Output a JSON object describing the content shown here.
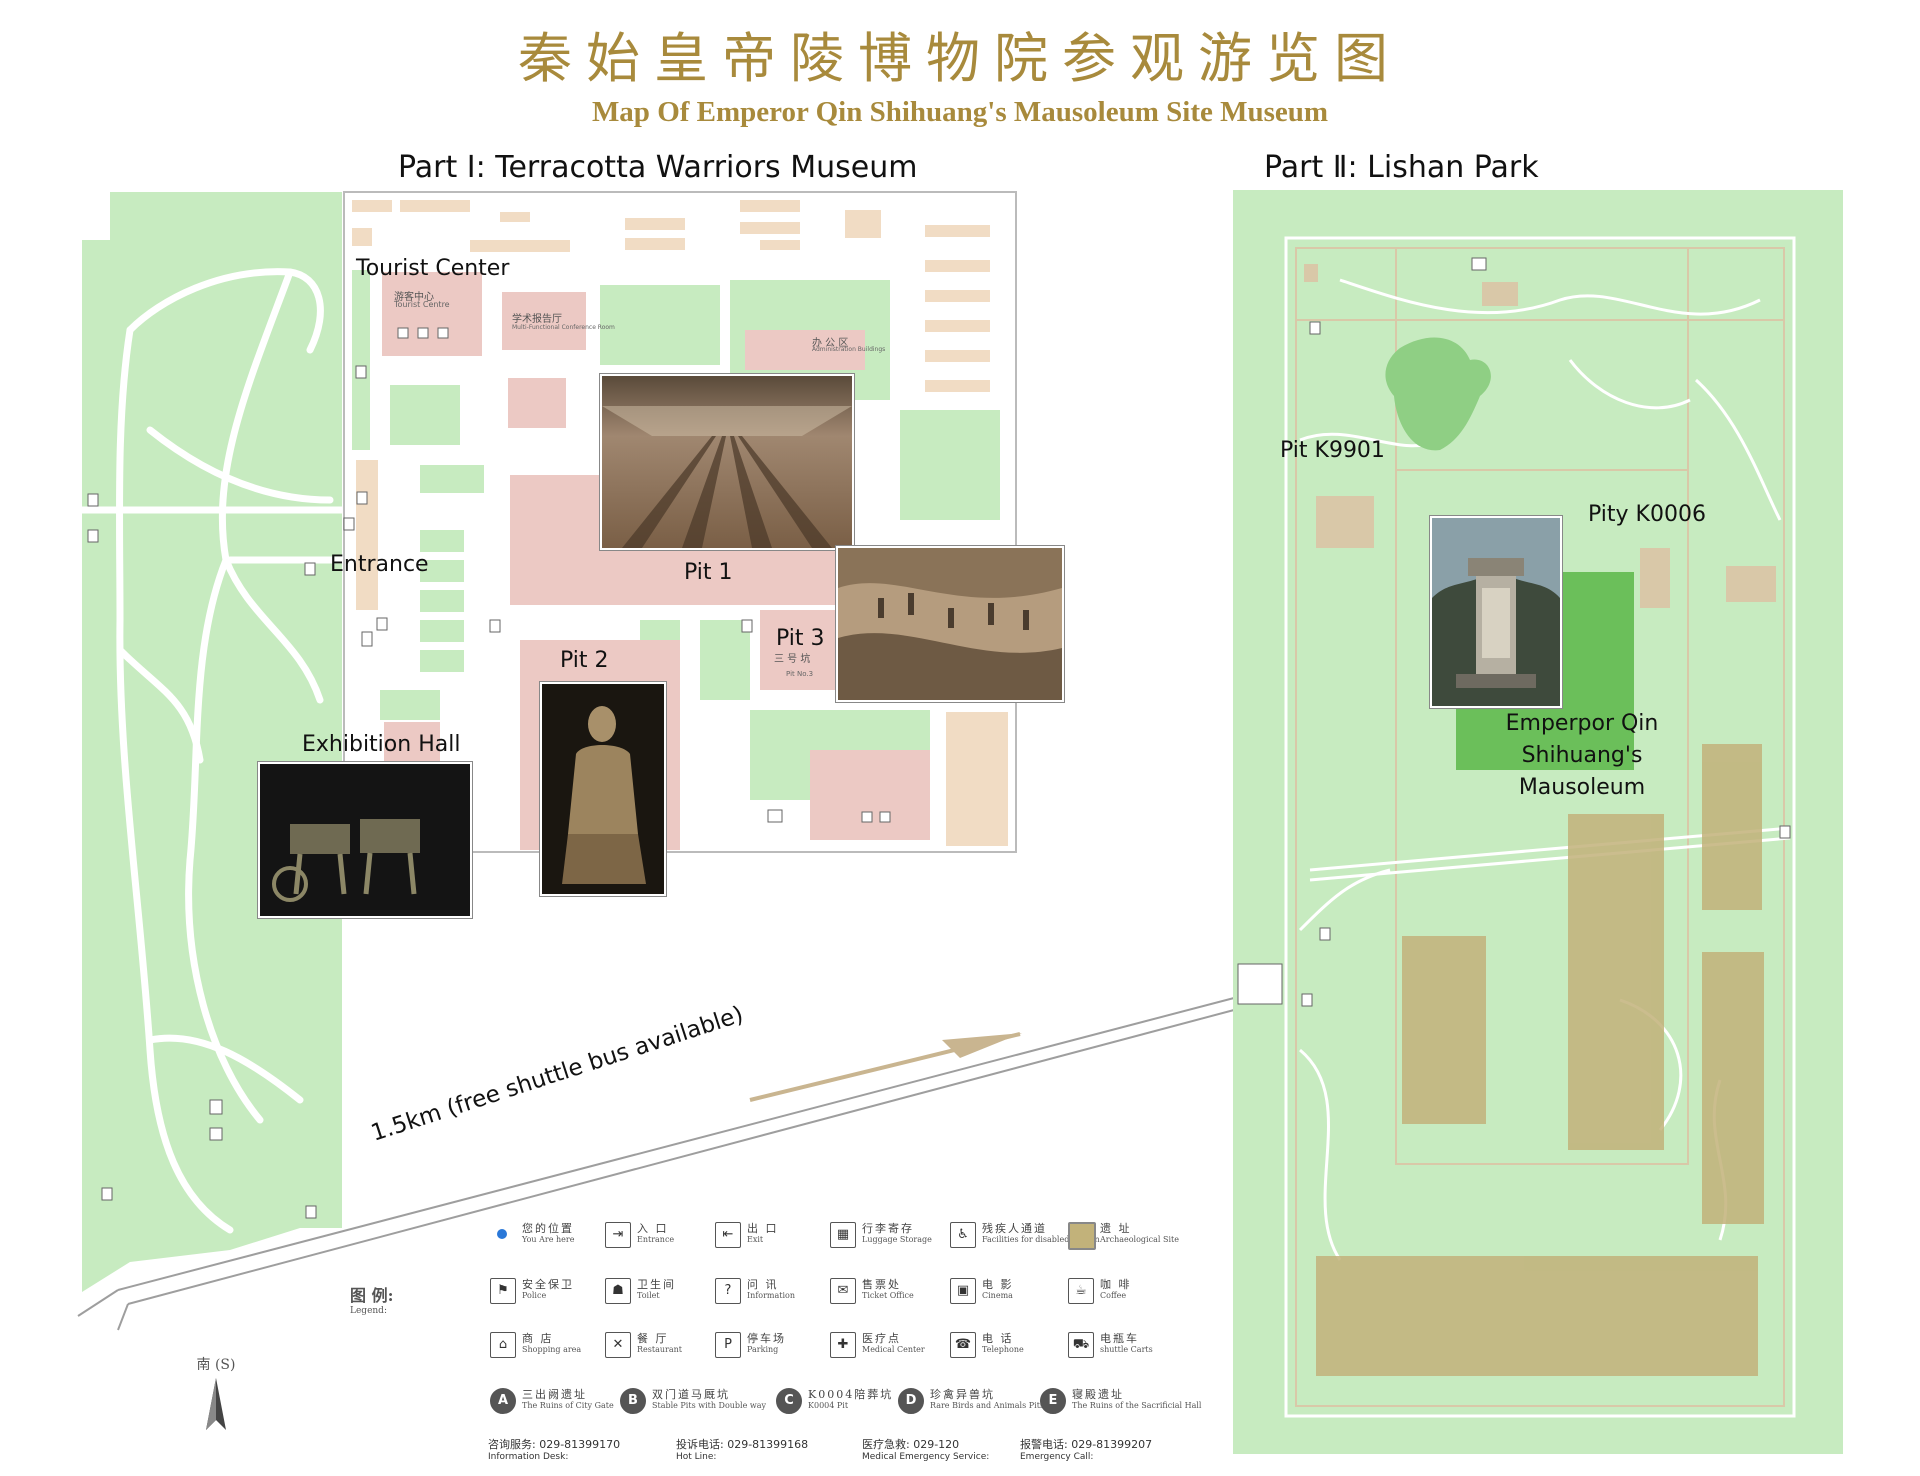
{
  "title_cn": "秦始皇帝陵博物院参观游览图",
  "title_en": "Map Of Emperor Qin Shihuang's Mausoleum Site Museum",
  "parts": {
    "part1": "Part Ⅰ: Terracotta Warriors Museum",
    "part2": "Part Ⅱ: Lishan Park"
  },
  "labels": {
    "tourist_center": "Tourist Center",
    "entrance": "Entrance",
    "exhibition_hall": "Exhibition Hall",
    "pit1": "Pit 1",
    "pit2": "Pit 2",
    "pit3": "Pit 3",
    "pit_k9901": "Pit K9901",
    "pit_k0006": "Pity K0006",
    "mausoleum": "Emperpor Qin Shihuang's Mausoleum"
  },
  "small_labels": {
    "tourist_center_cn": "游客中心",
    "tourist_center_en": "Tourist Centre",
    "lecture_cn": "学术报告厅",
    "lecture_en": "Multi-Functional Conference Room",
    "admin_cn": "办 公 区",
    "admin_en": "Administration Buildings",
    "pit3_cn": "三 号 坑",
    "pit3_en": "Pit No.3"
  },
  "shuttle_text": "1.5km (free shuttle bus available)",
  "compass_label": "南 (S)",
  "legend": {
    "title_cn": "图 例:",
    "title_en": "Legend:",
    "items": [
      {
        "cn": "您的位置",
        "en": "You Are here",
        "icon": "dot-icon",
        "glyph": ""
      },
      {
        "cn": "入 口",
        "en": "Entrance",
        "icon": "entrance-icon",
        "glyph": "⇥"
      },
      {
        "cn": "出 口",
        "en": "Exit",
        "icon": "exit-icon",
        "glyph": "⇤"
      },
      {
        "cn": "行李寄存",
        "en": "Luggage Storage",
        "icon": "luggage-icon",
        "glyph": "▦"
      },
      {
        "cn": "残疾人通道",
        "en": "Facilities for disabled person",
        "icon": "wheelchair-icon",
        "glyph": "♿"
      },
      {
        "cn": "遗 址",
        "en": "Archaeological Site",
        "icon": "site-icon",
        "glyph": ""
      },
      {
        "cn": "安全保卫",
        "en": "Police",
        "icon": "police-icon",
        "glyph": "⚑"
      },
      {
        "cn": "卫生间",
        "en": "Toilet",
        "icon": "toilet-icon",
        "glyph": "☗"
      },
      {
        "cn": "问 讯",
        "en": "Information",
        "icon": "info-icon",
        "glyph": "?"
      },
      {
        "cn": "售票处",
        "en": "Ticket Office",
        "icon": "ticket-icon",
        "glyph": "✉"
      },
      {
        "cn": "电 影",
        "en": "Cinema",
        "icon": "cinema-icon",
        "glyph": "▣"
      },
      {
        "cn": "咖 啡",
        "en": "Coffee",
        "icon": "coffee-icon",
        "glyph": "☕"
      },
      {
        "cn": "商 店",
        "en": "Shopping area",
        "icon": "shop-icon",
        "glyph": "⌂"
      },
      {
        "cn": "餐 厅",
        "en": "Restaurant",
        "icon": "restaurant-icon",
        "glyph": "✕"
      },
      {
        "cn": "停车场",
        "en": "Parking",
        "icon": "parking-icon",
        "glyph": "P"
      },
      {
        "cn": "医疗点",
        "en": "Medical Center",
        "icon": "medical-icon",
        "glyph": "✚"
      },
      {
        "cn": "电 话",
        "en": "Telephone",
        "icon": "telephone-icon",
        "glyph": "☎"
      },
      {
        "cn": "电瓶车",
        "en": "shuttle Carts",
        "icon": "cart-icon",
        "glyph": "⛟"
      },
      {
        "cn": "三出阙遗址",
        "en": "The Ruins of City Gate",
        "icon": "site-a-icon",
        "glyph": "A"
      },
      {
        "cn": "双门道马厩坑",
        "en": "Stable Pits with Double way",
        "icon": "site-b-icon",
        "glyph": "B"
      },
      {
        "cn": "K0004陪葬坑",
        "en": "K0004 Pit",
        "icon": "site-c-icon",
        "glyph": "C"
      },
      {
        "cn": "珍禽异兽坑",
        "en": "Rare Birds and Animals Pits",
        "icon": "site-d-icon",
        "glyph": "D"
      },
      {
        "cn": "寝殿遗址",
        "en": "The Ruins of the Sacrificial Hall",
        "icon": "site-e-icon",
        "glyph": "E"
      }
    ]
  },
  "phones": [
    {
      "cn": "咨询服务: 029-81399170",
      "en": "Information Desk:"
    },
    {
      "cn": "投诉电话: 029-81399168",
      "en": "Hot Line:"
    },
    {
      "cn": "医疗急救: 029-120",
      "en": "Medical Emergency Service:"
    },
    {
      "cn": "报警电话: 029-81399207",
      "en": "Emergency Call:"
    }
  ],
  "colors": {
    "title": "#a88a3c",
    "green_area": "#c7ebc0",
    "green_dark": "#8fcf84",
    "building": "#ecc9c4",
    "site": "#c2b27a",
    "tan": "#f1dcc4"
  }
}
